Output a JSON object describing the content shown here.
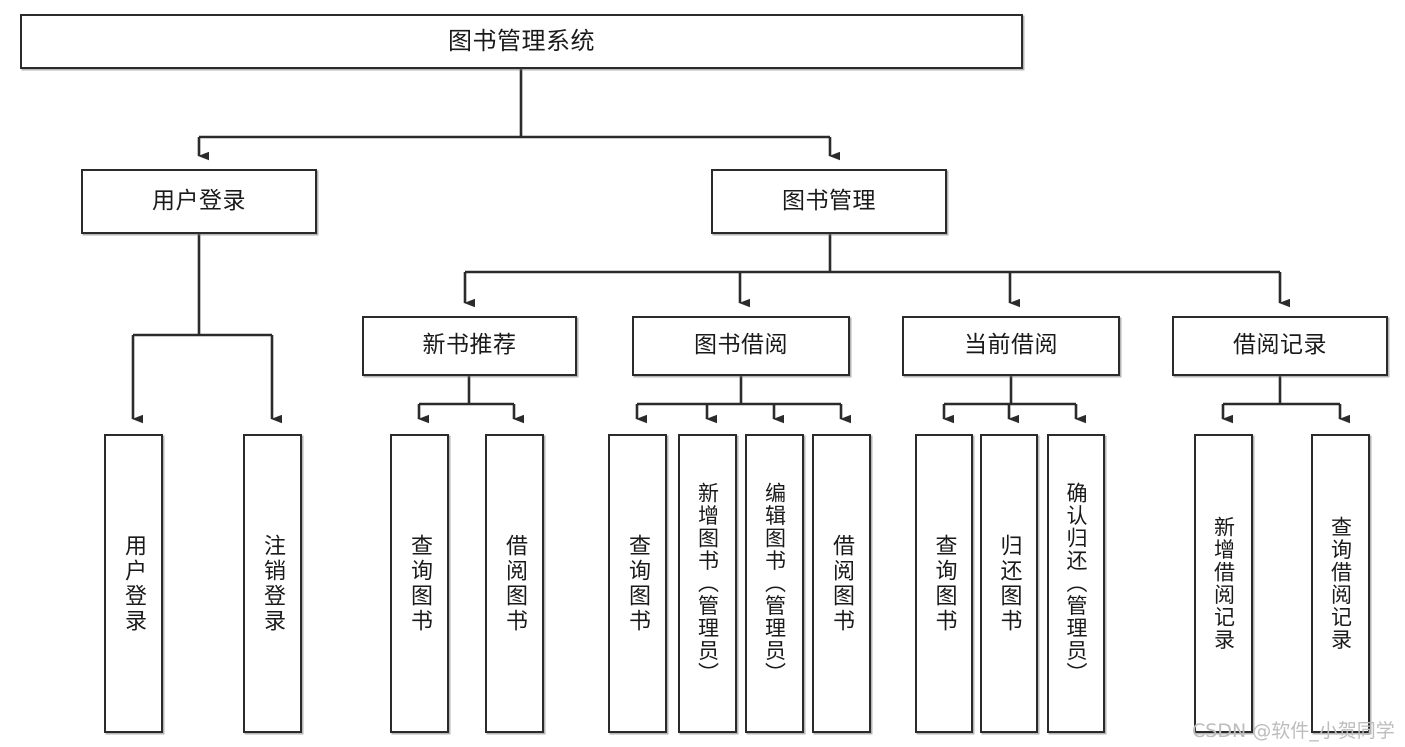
{
  "diagram": {
    "type": "tree",
    "title": "图书管理系统",
    "watermark": "CSDN @软件_小贺同学",
    "colors": {
      "stroke": "#2b2b2b",
      "fill": "#ffffff",
      "text": "#1a1a1a",
      "watermark": "#bdbdbd"
    },
    "nodes": {
      "root": {
        "label": "图书管理系统"
      },
      "level1": [
        {
          "id": "user-login",
          "label": "用户登录"
        },
        {
          "id": "book-manage",
          "label": "图书管理"
        }
      ],
      "level2": [
        {
          "id": "new-book-recommend",
          "label": "新书推荐"
        },
        {
          "id": "book-borrow",
          "label": "图书借阅"
        },
        {
          "id": "current-borrow",
          "label": "当前借阅"
        },
        {
          "id": "borrow-record",
          "label": "借阅记录"
        }
      ],
      "leaves": [
        {
          "id": "leaf-user-login",
          "label": "用户登录"
        },
        {
          "id": "leaf-logout-login",
          "label": "注销登录"
        },
        {
          "id": "leaf-query-book-1",
          "label": "查询图书"
        },
        {
          "id": "leaf-borrow-book-1",
          "label": "借阅图书"
        },
        {
          "id": "leaf-query-book-2",
          "label": "查询图书"
        },
        {
          "id": "leaf-add-book",
          "label": "新增图书（管理员）"
        },
        {
          "id": "leaf-edit-book",
          "label": "编辑图书（管理员）"
        },
        {
          "id": "leaf-borrow-book-2",
          "label": "借阅图书"
        },
        {
          "id": "leaf-query-book-3",
          "label": "查询图书"
        },
        {
          "id": "leaf-return-book",
          "label": "归还图书"
        },
        {
          "id": "leaf-confirm-return",
          "label": "确认归还（管理员）"
        },
        {
          "id": "leaf-add-record",
          "label": "新增借阅记录"
        },
        {
          "id": "leaf-query-record",
          "label": "查询借阅记录"
        }
      ]
    }
  }
}
